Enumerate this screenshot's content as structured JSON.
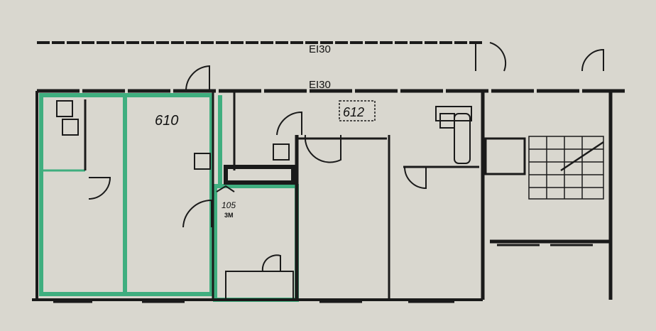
{
  "plan": {
    "fire_rating_upper": "EI30",
    "fire_rating_lower": "EI30",
    "rooms": [
      {
        "label": "610"
      },
      {
        "label": "612"
      },
      {
        "label": "105",
        "sublabel": "3M"
      }
    ]
  },
  "colors": {
    "paper": "#d9d7cf",
    "wall": "#1a1a1a",
    "highlight": "#3fae7f"
  }
}
